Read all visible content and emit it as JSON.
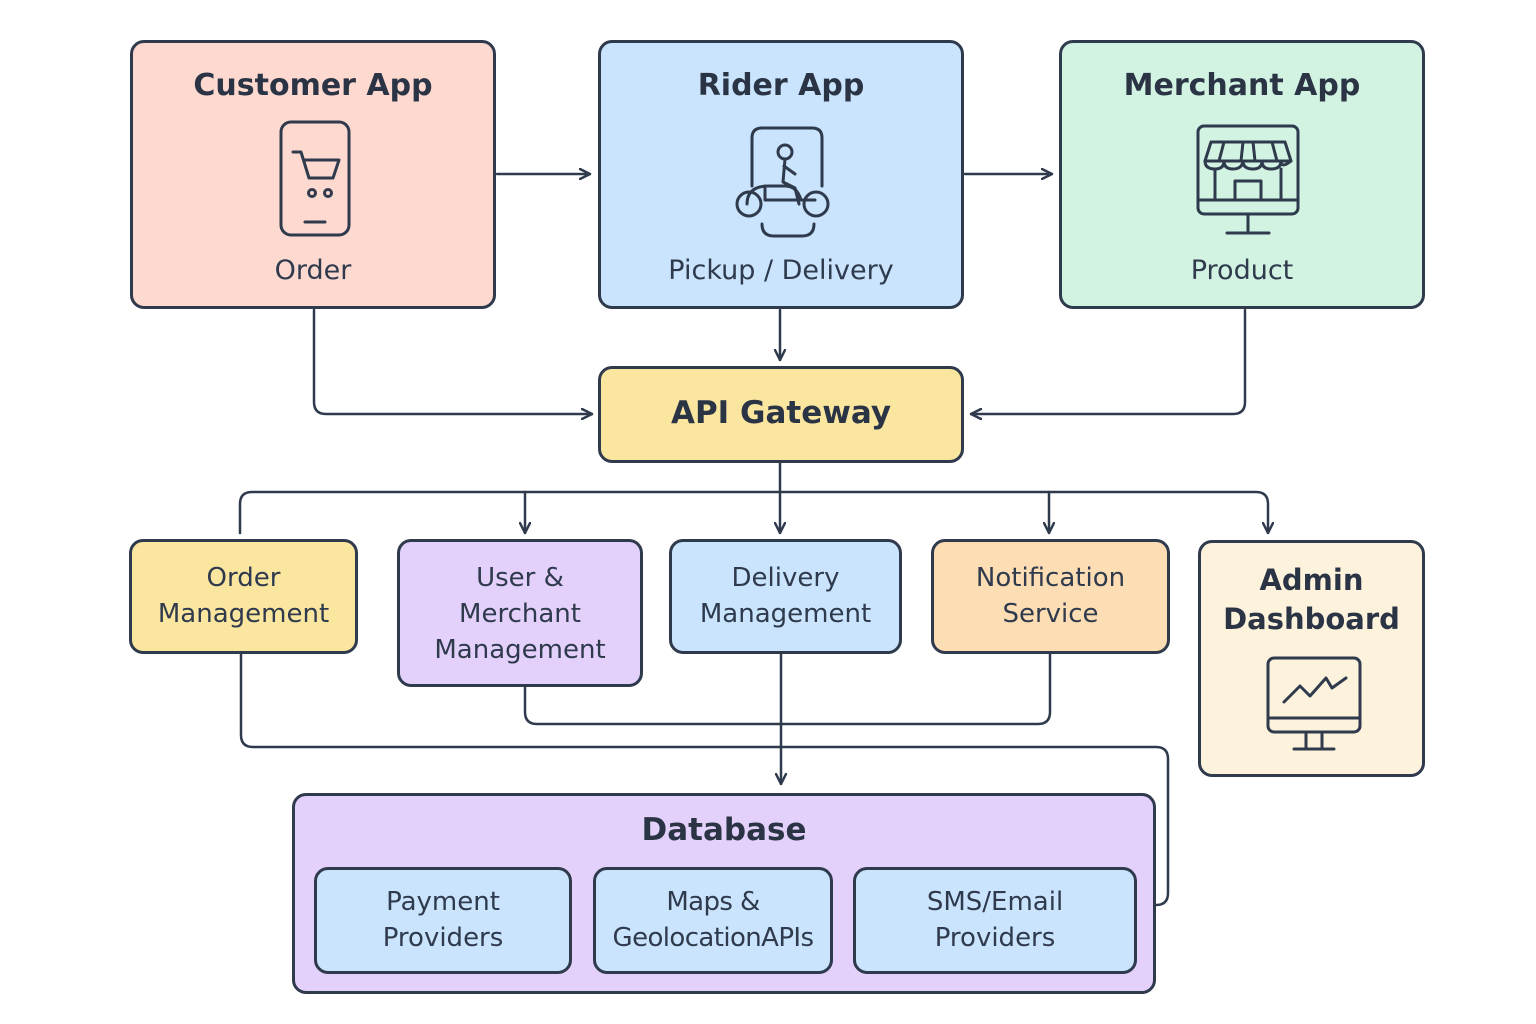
{
  "colors": {
    "stroke": "#2f3a4d",
    "customer_app": "#fdd9cf",
    "rider_app": "#c9e4fc",
    "merchant_app": "#d2f3e2",
    "api_gateway": "#fbe6a0",
    "order_management": "#fbe6a0",
    "user_merchant_management": "#e3d1fb",
    "delivery_management": "#c9e4fc",
    "notification_service": "#fdddb3",
    "admin_dashboard": "#fdf3dd",
    "database": "#e3d1fb",
    "providers": "#c9e4fc"
  },
  "top_row": {
    "customer_app": {
      "title": "Customer App",
      "subtitle": "Order",
      "icon": "shopping-cart-phone-icon"
    },
    "rider_app": {
      "title": "Rider App",
      "subtitle": "Pickup / Delivery",
      "icon": "scooter-rider-icon"
    },
    "merchant_app": {
      "title": "Merchant App",
      "subtitle": "Product",
      "icon": "storefront-monitor-icon"
    }
  },
  "gateway": {
    "title": "API Gateway"
  },
  "services": {
    "order_management": {
      "line1": "Order",
      "line2": "Management"
    },
    "user_merchant_management": {
      "line1": "User &",
      "line2": "Merchant",
      "line3": "Management"
    },
    "delivery_management": {
      "line1": "Delivery",
      "line2": "Management"
    },
    "notification_service": {
      "line1": "Notification",
      "line2": "Service"
    },
    "admin_dashboard": {
      "line1": "Admin",
      "line2": "Dashboard",
      "icon": "line-chart-monitor-icon"
    }
  },
  "database": {
    "title": "Database",
    "payment": {
      "line1": "Payment",
      "line2": "Providers"
    },
    "maps": {
      "line1": "Maps &",
      "line2": "GeolocationAPIs"
    },
    "sms": {
      "line1": "SMS/Email",
      "line2": "Providers"
    }
  }
}
